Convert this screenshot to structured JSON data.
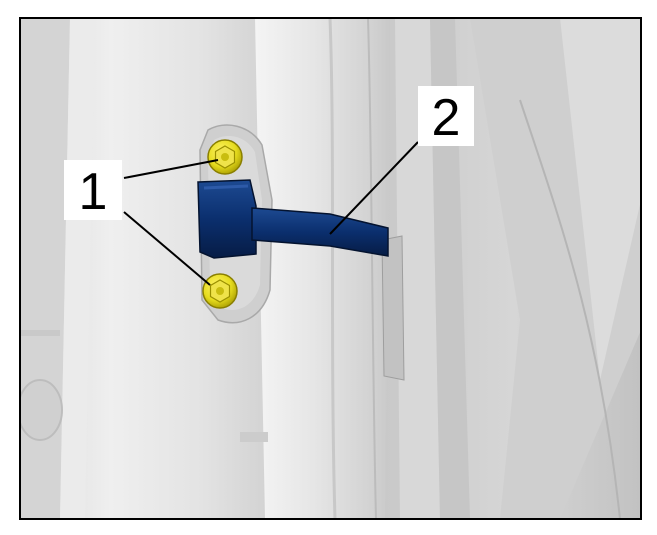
{
  "callouts": [
    {
      "id": "1",
      "label": "1"
    },
    {
      "id": "2",
      "label": "2"
    }
  ],
  "colors": {
    "frame": "#000000",
    "bolt": "#e6dc1e",
    "bolt_dark": "#b8ad00",
    "strap": "#0b2f6e",
    "strap_dark": "#061c45",
    "panel_light": "#f2f2f2",
    "panel_mid": "#dadada",
    "panel_dark": "#bdbdbd"
  },
  "icons": {
    "bolt": "hex-flange-bolt-icon",
    "check_strap": "door-check-strap-icon"
  }
}
